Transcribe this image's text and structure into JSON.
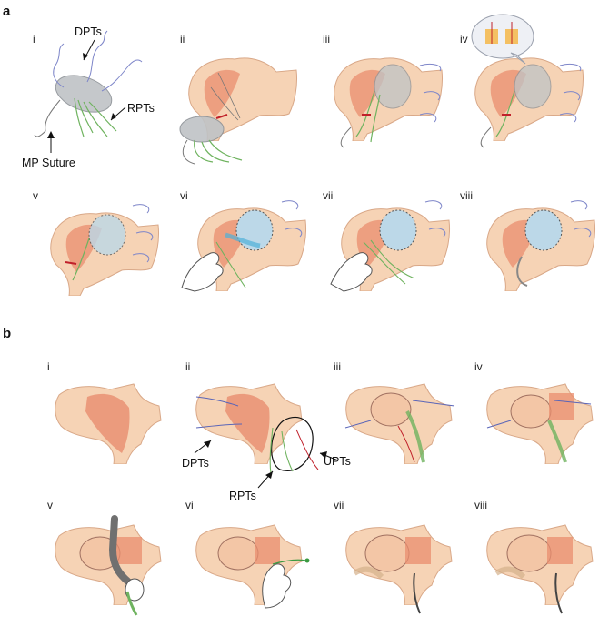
{
  "panels": [
    {
      "letter": "a",
      "steps": [
        "i",
        "ii",
        "iii",
        "iv",
        "v",
        "vi",
        "vii",
        "viii"
      ],
      "annotations": {
        "dpts": "DPTs",
        "rpts": "RPTs",
        "mp_suture": "MP Suture"
      }
    },
    {
      "letter": "b",
      "steps": [
        "i",
        "ii",
        "iii",
        "iv",
        "v",
        "vi",
        "vii",
        "viii"
      ],
      "annotations": {
        "dpts": "DPTs",
        "rpts": "RPTs",
        "upts": "UPTs"
      }
    }
  ],
  "colors": {
    "skin": "#f6d3b5",
    "skin_edge": "#d9a888",
    "muscle": "#e98d6f",
    "valve_grey": "#bfc3c6",
    "thread_blue": "#7e86c9",
    "thread_green": "#6fb35f",
    "thread_red": "#c0202a",
    "chamber_blue": "#bcd8e8"
  }
}
